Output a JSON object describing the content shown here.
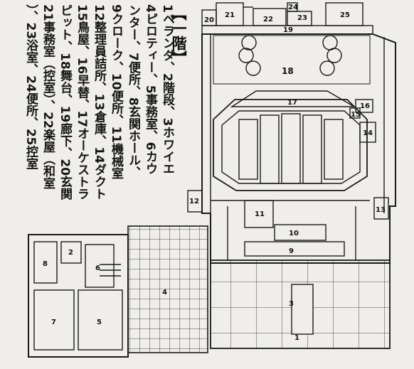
{
  "title": "【一階】",
  "legend_lines": [
    "1ベランダ、2階段、3ホワイエ",
    "4ピロティー、5事務室、6カウ",
    "ンター、7便所、8玄関ホール、",
    "9クローク、10便所、11機械室",
    "12整理員詰所、13倉庫、14ダクト",
    "15鳥屋、16早替、17オーケストラ",
    "ピット、18舞台、19廊下、20玄関",
    "21事務室（控室）、22楽屋（和室",
    "）、23浴室、24便所、25控室"
  ],
  "plan_labels": {
    "n1": "1",
    "n2": "2",
    "n3": "3",
    "n4": "4",
    "n5": "5",
    "n6": "6",
    "n7": "7",
    "n8": "8",
    "n9": "9",
    "n10": "10",
    "n11": "11",
    "n12": "12",
    "n13": "13",
    "n14": "14",
    "n15": "15",
    "n16": "16",
    "n17": "17",
    "n18": "18",
    "n19": "19",
    "n20": "20",
    "n21": "21",
    "n22": "22",
    "n23": "23",
    "n24": "24",
    "n25": "25"
  },
  "colors": {
    "ink": "#1a1a1a",
    "paper": "#efeeea"
  }
}
